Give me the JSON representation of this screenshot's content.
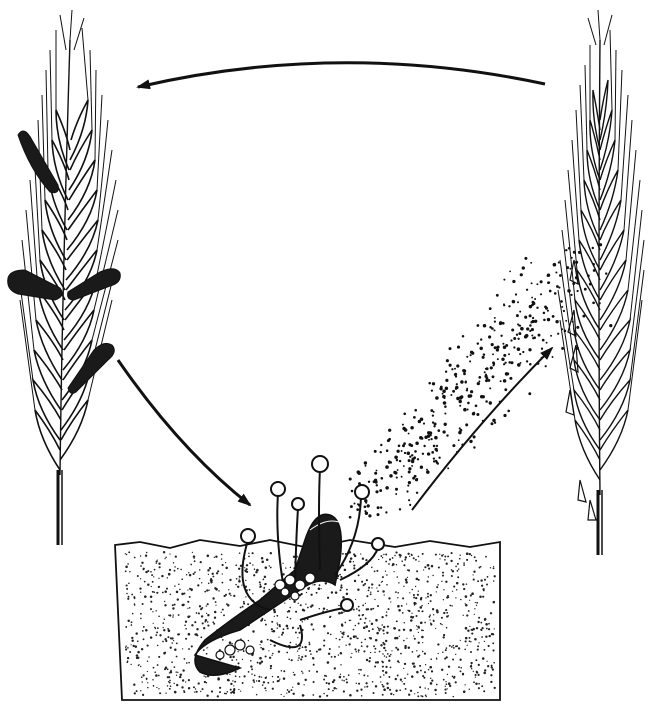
{
  "figure": {
    "description_text": "",
    "colors": {
      "ink": "#111111",
      "paper": "#ffffff",
      "sclerotium": "#1a1a1a",
      "soil_dots": "#222222"
    }
  },
  "elements": {
    "left_plant": "infected-rye-ear-with-ergot-icon",
    "right_plant": "flowering-rye-ear-icon",
    "soil": "soil-block-with-germinating-sclerotium-icon",
    "arrows": [
      "top-arrow-right-to-left",
      "arrow-left-ear-to-soil",
      "arrow-soil-to-right-ear"
    ],
    "spores": "ascospore-cloud-icon"
  }
}
